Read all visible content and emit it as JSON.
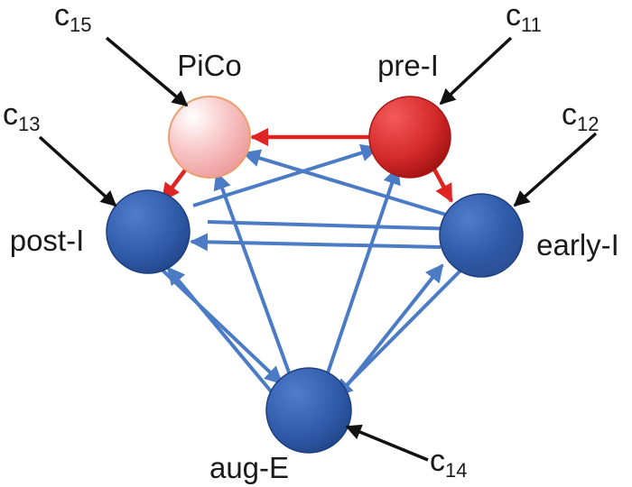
{
  "nodes": {
    "pico": {
      "label": "PiCo"
    },
    "pre_i": {
      "label": "pre-I"
    },
    "post_i": {
      "label": "post-I"
    },
    "early_i": {
      "label": "early-I"
    },
    "aug_e": {
      "label": "aug-E"
    }
  },
  "inputs": {
    "c15": {
      "main": "c",
      "sub": "15"
    },
    "c11": {
      "main": "c",
      "sub": "11"
    },
    "c13": {
      "main": "c",
      "sub": "13"
    },
    "c12": {
      "main": "c",
      "sub": "12"
    },
    "c14": {
      "main": "c",
      "sub": "14"
    }
  },
  "colors": {
    "excitatory": "#e02424",
    "inhibitory": "#4a7bc4",
    "input_arrow": "#111111",
    "pico_fill": "#f7b7b7",
    "pre_i_fill": "#d42a2a",
    "blue_node_fill": "#2f5aa8"
  },
  "edges": [
    {
      "from": "pre_i",
      "to": "pico",
      "type": "excitatory"
    },
    {
      "from": "pico",
      "to": "post_i",
      "type": "excitatory"
    },
    {
      "from": "pre_i",
      "to": "early_i",
      "type": "excitatory"
    },
    {
      "from": "post_i",
      "to": "early_i",
      "type": "inhibitory"
    },
    {
      "from": "early_i",
      "to": "post_i",
      "type": "inhibitory"
    },
    {
      "from": "post_i",
      "to": "pre_i",
      "type": "inhibitory"
    },
    {
      "from": "early_i",
      "to": "pico",
      "type": "inhibitory"
    },
    {
      "from": "post_i",
      "to": "aug_e",
      "type": "inhibitory"
    },
    {
      "from": "aug_e",
      "to": "post_i",
      "type": "inhibitory"
    },
    {
      "from": "early_i",
      "to": "aug_e",
      "type": "inhibitory"
    },
    {
      "from": "aug_e",
      "to": "early_i",
      "type": "inhibitory"
    },
    {
      "from": "aug_e",
      "to": "pico",
      "type": "inhibitory"
    },
    {
      "from": "aug_e",
      "to": "pre_i",
      "type": "inhibitory"
    }
  ]
}
